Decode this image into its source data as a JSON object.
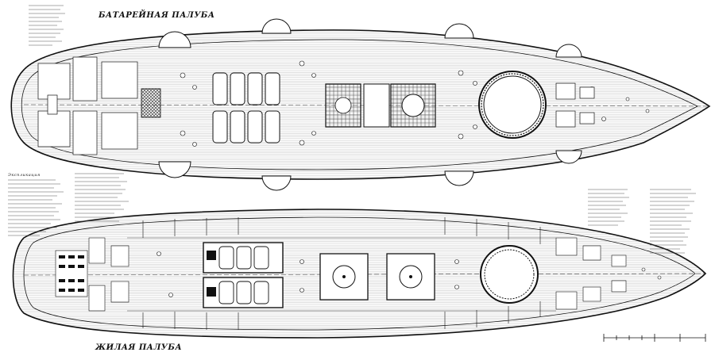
{
  "deck_titles": {
    "battery_deck": "БАТАРЕЙНАЯ ПАЛУБА",
    "living_deck": "ЖИЛАЯ ПАЛУБА"
  },
  "legend_header": "Экспликация",
  "colors": {
    "ink": "#111111",
    "hatch": "#555555",
    "paper": "#ffffff",
    "plank": "#9a9a9a"
  }
}
